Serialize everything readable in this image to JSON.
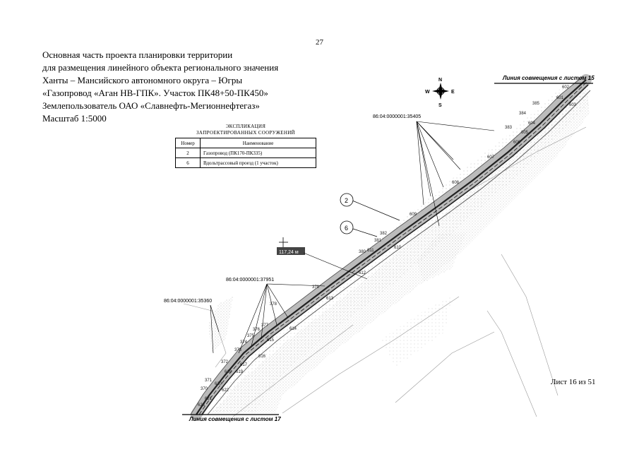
{
  "page": {
    "number": "27"
  },
  "title_block": {
    "lines": [
      "Основная часть проекта планировки территории",
      "для размещения линейного объекта регионального значения",
      "Ханты – Мансийского автономного округа – Югры",
      "«Газопровод «Аган НВ-ГПК». Участок ПК48+50-ПК450»",
      "Землепользователь ОАО «Славнефть-Мегионнефтегаз»",
      "Масштаб 1:5000"
    ]
  },
  "explication": {
    "title_line1": "ЭКСПЛИКАЦИЯ",
    "title_line2": "ЗАПРОЕКТИРОВАННЫХ СООРУЖЕНИЙ",
    "headers": [
      "Номер",
      "Наименование"
    ],
    "rows": [
      {
        "number": "2",
        "name": "Газопровод (ПК170-ПК335)"
      },
      {
        "number": "6",
        "name": "Вдольтрассовый проезд (1 участок)"
      }
    ]
  },
  "map": {
    "match_line_top": "Линия совмещения с листом 15",
    "match_line_bottom": "Линия совмещения с листом 17",
    "compass": {
      "n": "N",
      "s": "S",
      "w": "W",
      "e": "E"
    },
    "parcels": [
      "86:04:0000001:35405",
      "86:04:0000001:37951",
      "86:04:0000001:35360"
    ],
    "callouts": [
      "2",
      "6"
    ],
    "dimension": "117,24 м",
    "point_labels": [
      "370",
      "371",
      "372",
      "373",
      "374",
      "375",
      "376",
      "377",
      "378",
      "379",
      "380",
      "381",
      "382",
      "383",
      "384",
      "385",
      "601",
      "602",
      "603",
      "604",
      "605",
      "606",
      "607",
      "608",
      "609",
      "610",
      "611",
      "612",
      "613",
      "614",
      "615",
      "616",
      "617",
      "618",
      "619",
      "620",
      "621",
      "622",
      "623"
    ]
  },
  "sheet_info": "Лист 16 из 51"
}
